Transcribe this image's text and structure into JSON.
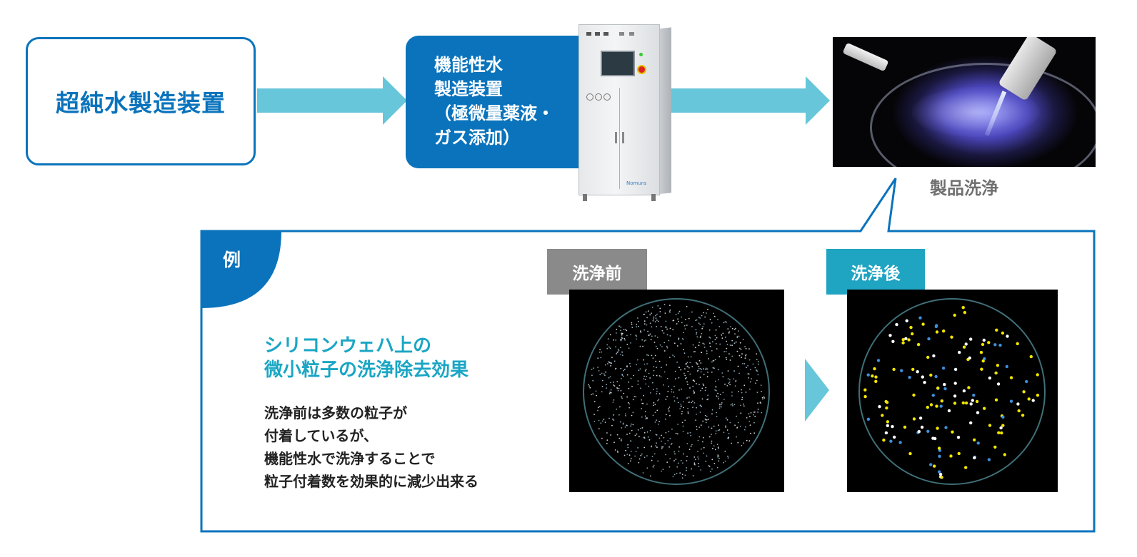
{
  "top_flow": {
    "source_box": "超純水製造装置",
    "process_box": [
      "機能性水",
      "製造装置",
      "（極微量薬液・",
      "ガス添加）"
    ],
    "product_caption": "製品洗浄"
  },
  "example": {
    "label": "例",
    "heading": [
      "シリコンウェハ上の",
      "微小粒子の洗浄除去効果"
    ],
    "description": [
      "洗浄前は多数の粒子が",
      "付着しているが、",
      "機能性水で洗浄することで",
      "粒子付着数を効果的に減少出来る"
    ],
    "before_label": "洗浄前",
    "after_label": "洗浄後"
  },
  "machine_logo": "Nomura",
  "colors": {
    "primary_blue": "#0a73bc",
    "arrow_cyan": "#67c6d9",
    "heading_cyan": "#1aa6c4",
    "before_tag_gray": "#8a8a8a",
    "after_tag_cyan": "#1fa4c2"
  }
}
